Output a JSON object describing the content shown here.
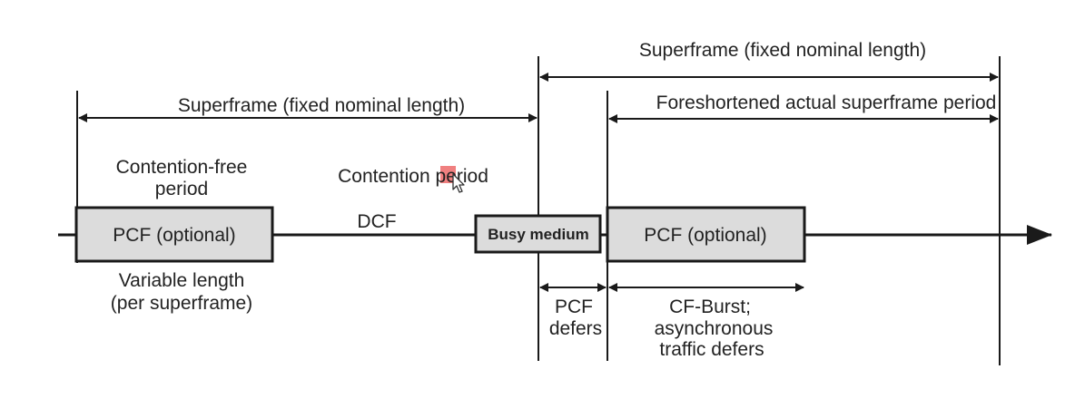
{
  "colors": {
    "line": "#1a1a1a",
    "box_fill": "#dcdcdc",
    "text": "#222222",
    "highlight": "#f08080"
  },
  "labels": {
    "superframe_left": "Superframe (fixed nominal length)",
    "superframe_right": "Superframe (fixed nominal length)",
    "foreshortened": "Foreshortened actual superframe period",
    "cf_period_line1": "Contention-free",
    "cf_period_line2": "period",
    "contention_period_pre": "Contention ",
    "contention_period_p": "p",
    "contention_period_post": "eriod",
    "dcf": "DCF",
    "pcf_left": "PCF (optional)",
    "busy_medium": "Busy medium",
    "pcf_right": "PCF (optional)",
    "variable_line1": "Variable length",
    "variable_line2": "(per superframe)",
    "pcf_defers_line1": "PCF",
    "pcf_defers_line2": "defers",
    "cf_burst_line1": "CF-Burst;",
    "cf_burst_line2": "asynchronous",
    "cf_burst_line3": "traffic defers"
  },
  "icons": {
    "cursor": "mouse-pointer-icon"
  }
}
